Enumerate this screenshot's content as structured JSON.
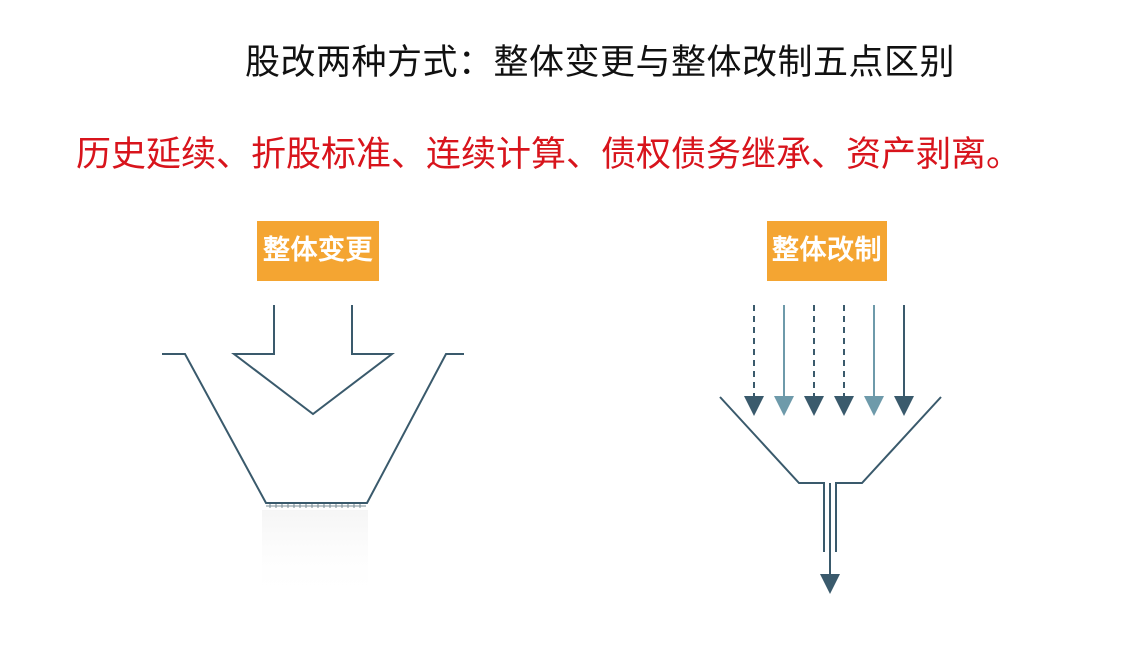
{
  "slide": {
    "title": "股改两种方式：整体变更与整体改制五点区别",
    "subtitle": "历史延续、折股标准、连续计算、债权债务继承、资产剥离。"
  },
  "left_diagram": {
    "label": "整体变更",
    "icon": "single-arrow-into-funnel",
    "stroke_color": "#3a5a6c"
  },
  "right_diagram": {
    "label": "整体改制",
    "icon": "multi-arrows-into-funnel",
    "stroke_color": "#3a5a6c",
    "light_arrow_color": "#6e9aaa"
  },
  "colors": {
    "title": "#111111",
    "subtitle": "#d8141c",
    "tag_background": "#f4a532",
    "tag_text": "#ffffff"
  }
}
